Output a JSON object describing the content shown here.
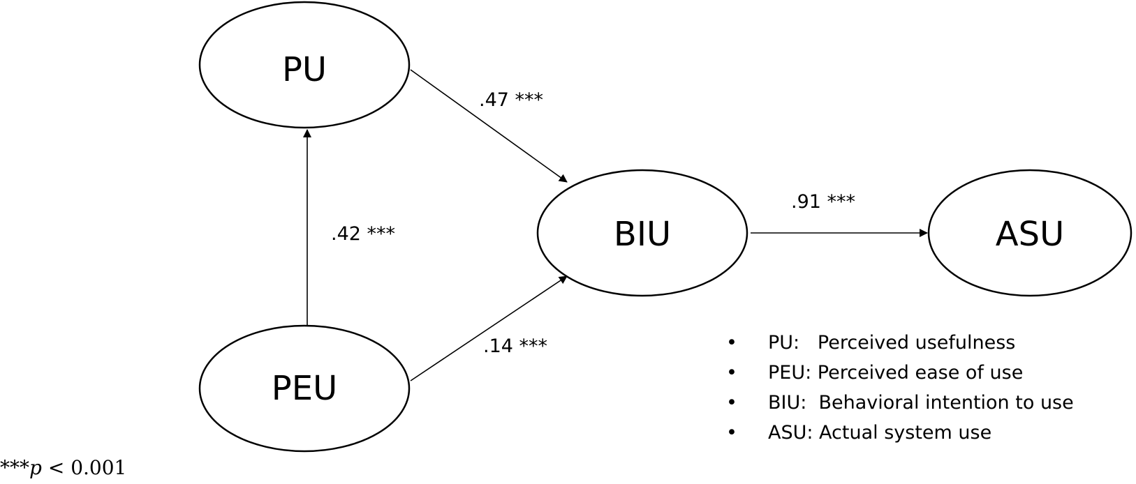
{
  "nodes": {
    "pu": "PU",
    "peu": "PEU",
    "biu": "BIU",
    "asu": "ASU"
  },
  "edges": {
    "pu_biu": ".47 ***",
    "peu_pu": ".42 ***",
    "peu_biu": ".14 ***",
    "biu_asu": ".91 ***"
  },
  "legend": [
    "PU:   Perceived usefulness",
    "PEU: Perceived ease of use",
    "BIU:  Behavioral intention to use",
    "ASU: Actual system use"
  ],
  "footnote": {
    "stars": "***",
    "p": "p",
    "rest": " < 0.001"
  }
}
